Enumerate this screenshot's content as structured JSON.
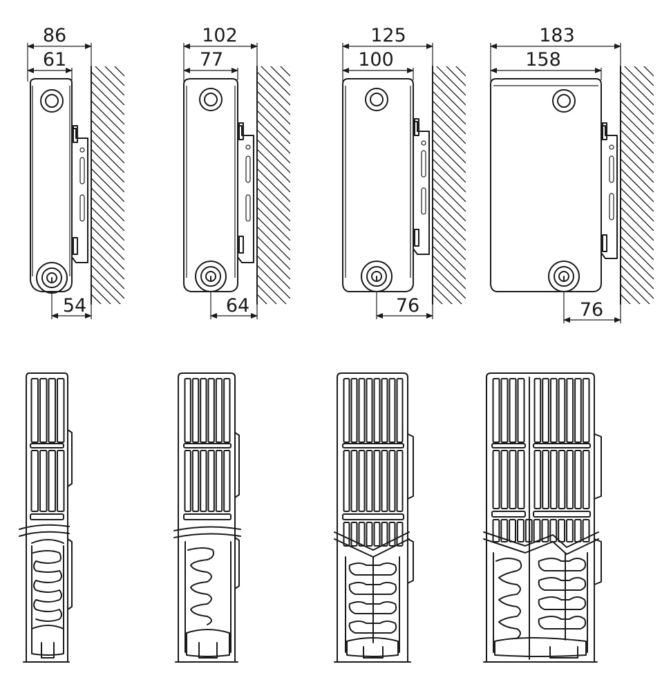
{
  "colors": {
    "stroke": "#1a1a1a",
    "background": "#ffffff"
  },
  "radiator_types": [
    {
      "id": "type-1",
      "overall_depth": "86",
      "body_depth": "61",
      "pipe_offset": "54"
    },
    {
      "id": "type-2",
      "overall_depth": "102",
      "body_depth": "77",
      "pipe_offset": "64"
    },
    {
      "id": "type-3",
      "overall_depth": "125",
      "body_depth": "100",
      "pipe_offset": "76"
    },
    {
      "id": "type-4",
      "overall_depth": "183",
      "body_depth": "158",
      "pipe_offset": "76"
    }
  ]
}
